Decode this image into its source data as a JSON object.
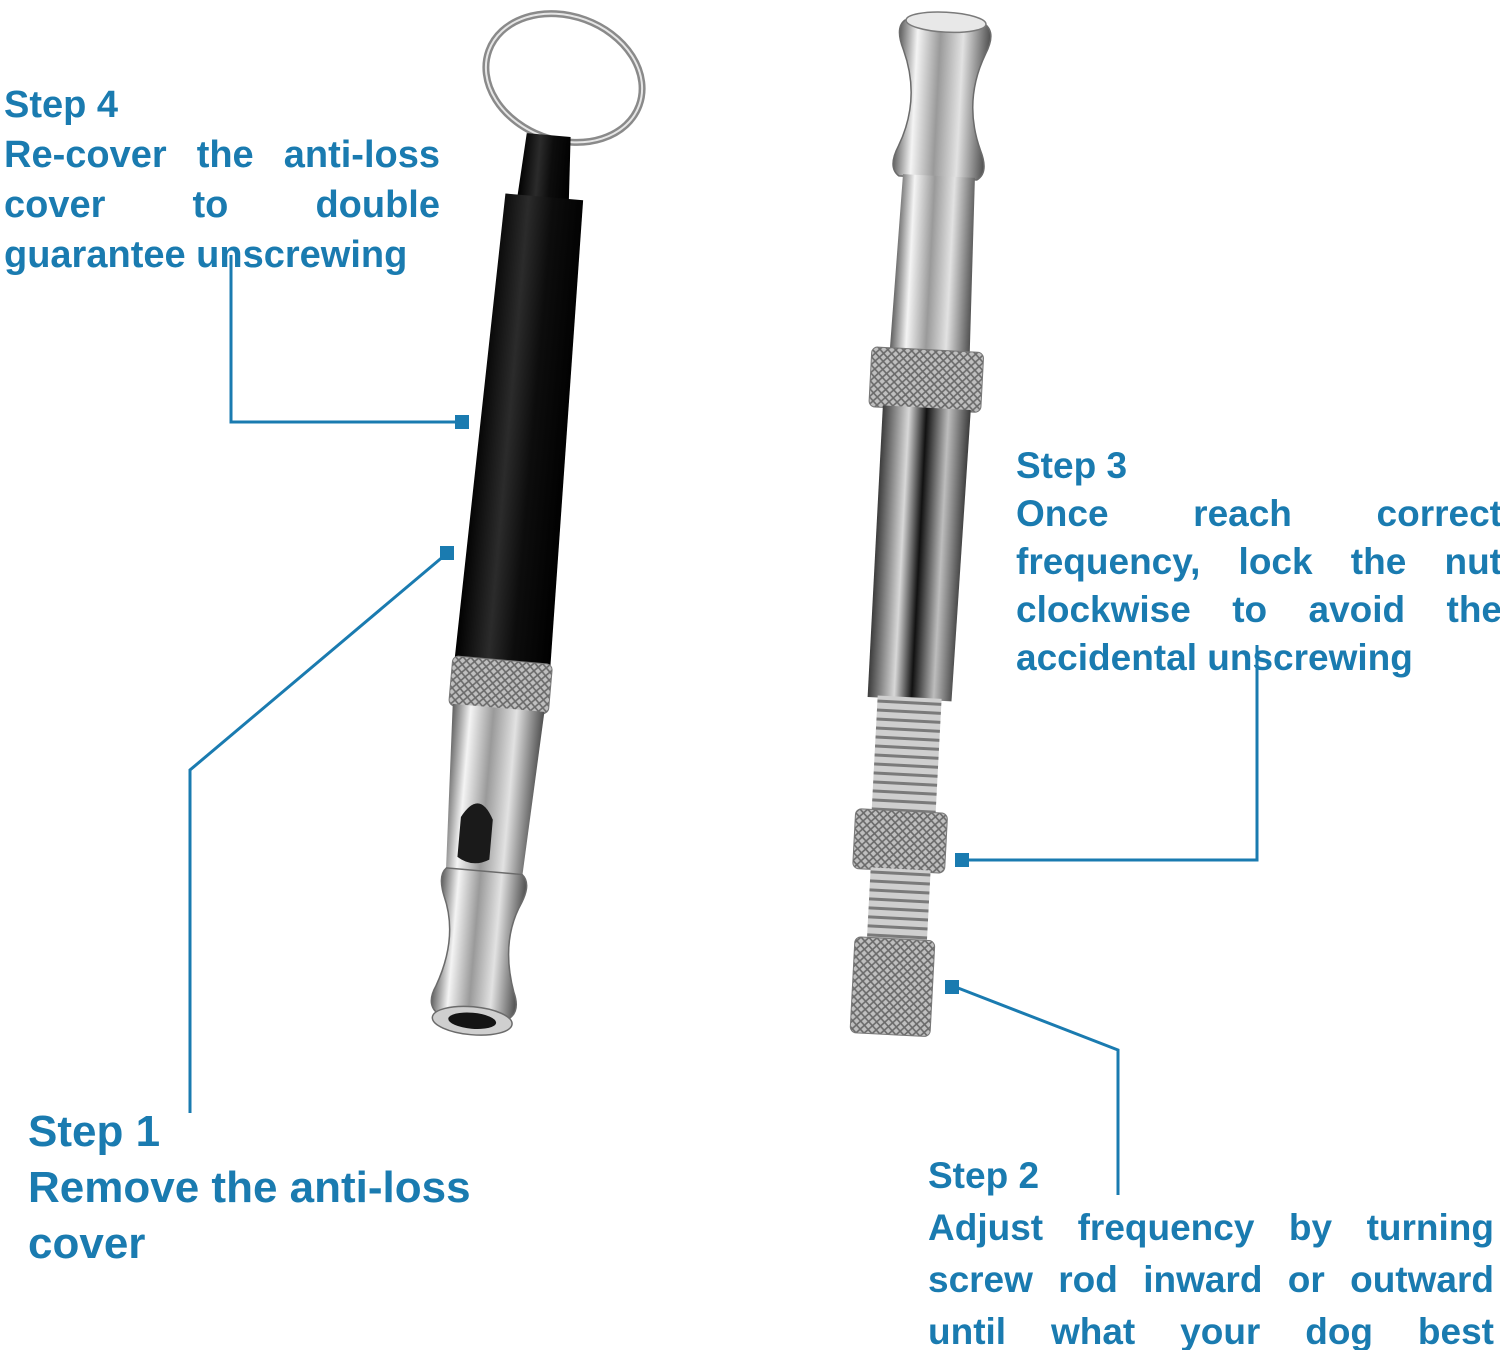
{
  "colors": {
    "accent": "#1a7bb0",
    "background": "#ffffff",
    "black_whistle": "#111111",
    "silver": "#c8c8c8"
  },
  "steps": [
    {
      "id": "step4",
      "title": "Step 4",
      "text": "Re-cover the anti-loss cover to double guarantee unscrewing"
    },
    {
      "id": "step3",
      "title": "Step 3",
      "text": "Once reach correct frequency, lock the nut clockwise to avoid the accidental unscrewing"
    },
    {
      "id": "step1",
      "title": "Step 1",
      "text": "Remove the anti-loss cover"
    },
    {
      "id": "step2",
      "title": "Step 2",
      "text": "Adjust frequency by turning screw rod inward or outward until what your dog best responds to"
    }
  ]
}
